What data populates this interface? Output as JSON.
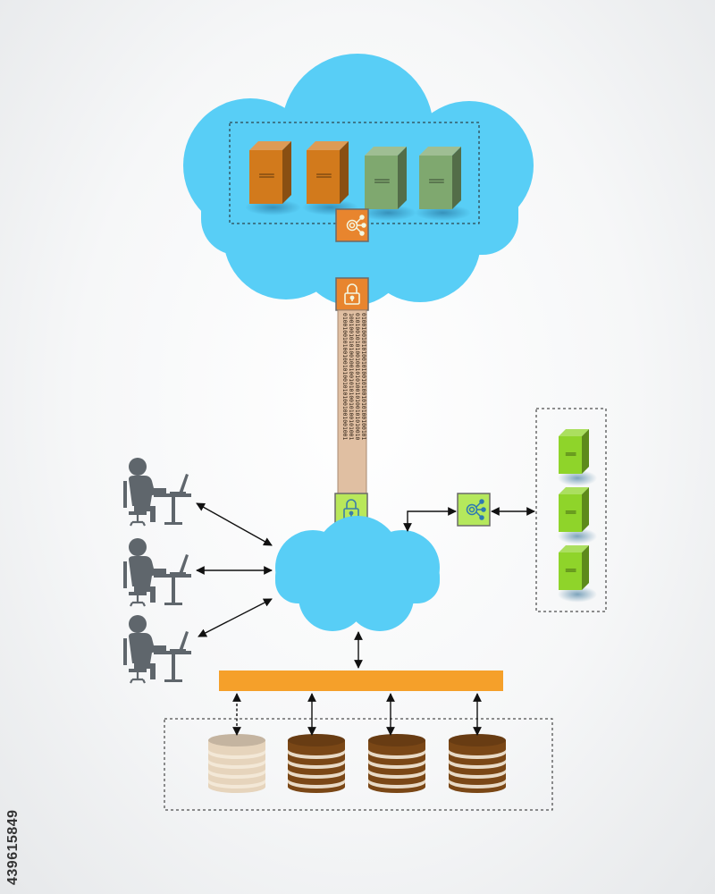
{
  "image_id": "439615849",
  "binary_stream": [
    "0100100101001001010010101001001001001",
    "1001001010100100100101010010100101001",
    "0101001010100100101010010100101010010",
    "0100100101010010100101001010100100101"
  ],
  "colors": {
    "cloud": "#58cef6",
    "orange_accent": "#f5a02a",
    "lock_orange_bg": "#e8852e",
    "lock_green_bg": "#b9e85a",
    "hub_bg": "#b5e85c",
    "tube": "#e0bfa2",
    "server_orange": "#d27a1c",
    "server_sage": "#7fa86f",
    "server_lime": "#8fd42a",
    "db_dark": "#7a4716",
    "db_light": "#e6d4bc",
    "person": "#5f666c"
  },
  "icons": {
    "lock": "padlock-icon",
    "hub": "network-hub-icon",
    "person": "person-at-desk-icon",
    "server": "server-tower-icon",
    "database": "database-cylinder-icon"
  }
}
